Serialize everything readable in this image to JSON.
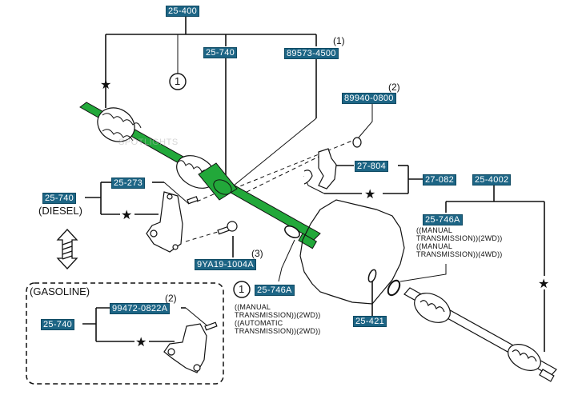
{
  "diagram": {
    "title": "Drive shaft assembly parts diagram",
    "accent_color": "#22a83a",
    "label_color": "#1d6585",
    "watermark": "SPOTLIGHTS",
    "labels": {
      "top_assy": "25-400",
      "left_shaft": "25-740",
      "bearing_retainer": "89573-4500",
      "bearing_retainer_ref": "(1)",
      "bolt_nut": "89940-0800",
      "bolt_nut_ref": "(2)",
      "heat_shield": "27-804",
      "heat_shield_assy": "27-082",
      "right_assy": "25-4002",
      "right_oil_seal": "25-746A",
      "bracket_bolt": "25-273",
      "bracket_diesel": "25-740",
      "diesel_caption": "(DIESEL)",
      "bracket_bolt_lower": "9YA19-1004A",
      "bracket_bolt_lower_ref": "(3)",
      "left_oil_seal": "25-746A",
      "snap_ring": "25-421",
      "gasoline_caption": "(GASOLINE)",
      "bracket_gasoline": "25-740",
      "gasoline_bolt": "99472-0822A",
      "gasoline_bolt_ref": "(2)",
      "circle_ref": "1"
    },
    "notes": {
      "right_seal": [
        "((MANUAL",
        "TRANSMISSION))(2WD))",
        "((MANUAL",
        "TRANSMISSION))(4WD))"
      ],
      "left_seal": [
        "((MANUAL",
        "TRANSMISSION))(2WD))",
        "((AUTOMATIC",
        "TRANSMISSION))(2WD))"
      ]
    },
    "symbols": {
      "star": "★",
      "double_arrow": "front-rear-arrow"
    }
  }
}
